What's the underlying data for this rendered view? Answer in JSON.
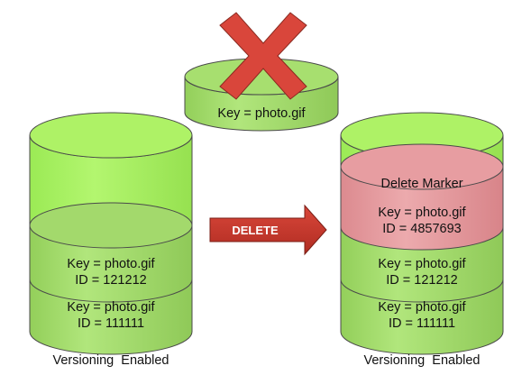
{
  "deleted_object": {
    "key": "Key = photo.gif"
  },
  "left_bucket": {
    "caption": "Versioning  Enabled",
    "versions": [
      {
        "key": "Key = photo.gif",
        "id": "ID = 121212"
      },
      {
        "key": "Key = photo.gif",
        "id": "ID = 111111"
      }
    ]
  },
  "arrow": {
    "label": "DELETE"
  },
  "right_bucket": {
    "caption": "Versioning  Enabled",
    "delete_marker": {
      "title": "Delete Marker",
      "key": "Key = photo.gif",
      "id": "ID = 4857693"
    },
    "versions": [
      {
        "key": "Key = photo.gif",
        "id": "ID = 121212"
      },
      {
        "key": "Key = photo.gif",
        "id": "ID = 111111"
      }
    ]
  },
  "colors": {
    "green_fill": "#9ed86a",
    "green_top": "#a9e070",
    "bright_green": "#a5f25a",
    "red_fill": "#e4969a",
    "red_x": "#d9463b",
    "arrow": "#c8382c",
    "outline": "#4a4a4a"
  }
}
